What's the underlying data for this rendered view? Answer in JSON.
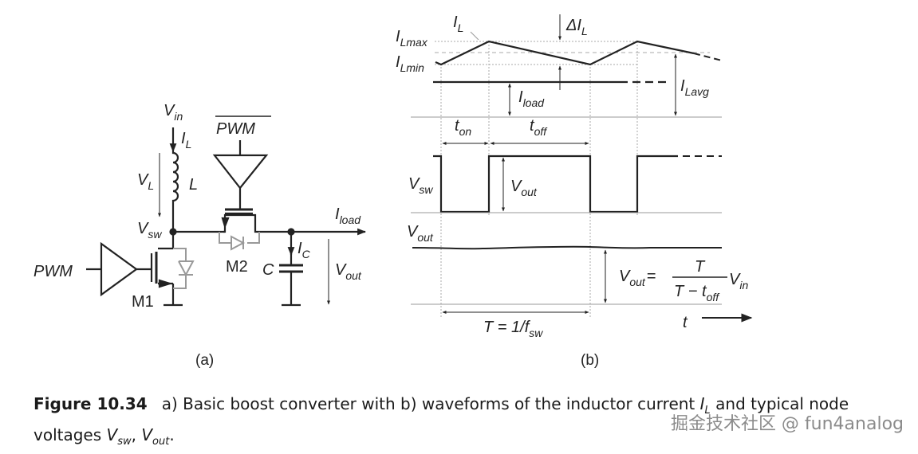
{
  "figure": {
    "panel_a": {
      "label": "(a)",
      "nodes": {
        "vin": "V",
        "vin_sub": "in",
        "il": "I",
        "il_sub": "L",
        "vl": "V",
        "vl_sub": "L",
        "inductor": "L",
        "vsw": "V",
        "vsw_sub": "sw",
        "pwm": "PWM",
        "pwm_bar": "PWM",
        "m1": "M1",
        "m2": "M2",
        "cap": "C",
        "ic": "I",
        "ic_sub": "C",
        "iload": "I",
        "iload_sub": "load",
        "vout": "V",
        "vout_sub": "out"
      }
    },
    "panel_b": {
      "label": "(b)",
      "labels": {
        "il": "I",
        "il_sub": "L",
        "ilmax": "I",
        "ilmax_sub": "Lmax",
        "ilmin": "I",
        "ilmin_sub": "Lmin",
        "delta_il": "ΔI",
        "delta_il_sub": "L",
        "iload": "I",
        "iload_sub": "load",
        "ilavg": "I",
        "ilavg_sub": "Lavg",
        "ton": "t",
        "ton_sub": "on",
        "toff": "t",
        "toff_sub": "off",
        "vsw": "V",
        "vsw_sub": "sw",
        "vout_amp": "V",
        "vout_amp_sub": "out",
        "vout": "V",
        "vout_sub": "out",
        "eq_lhs": "V",
        "eq_lhs_sub": "out",
        "eq_equals": "=",
        "eq_num": "T",
        "eq_den": "T − t",
        "eq_den_sub": "off",
        "eq_rhs": "V",
        "eq_rhs_sub": "in",
        "period": "T = 1/f",
        "period_sub": "sw",
        "time_axis": "t"
      }
    }
  },
  "caption": {
    "number": "Figure 10.34",
    "text1": "a) Basic boost converter with b) waveforms of the inductor current ",
    "il": "I",
    "il_sub": "L",
    "text2": " and typical node voltages ",
    "vsw": "V",
    "vsw_sub": "sw",
    "sep": ", ",
    "vout": "V",
    "vout_sub": "out",
    "end": "."
  },
  "watermark": "掘金技术社区 @ fun4analog"
}
